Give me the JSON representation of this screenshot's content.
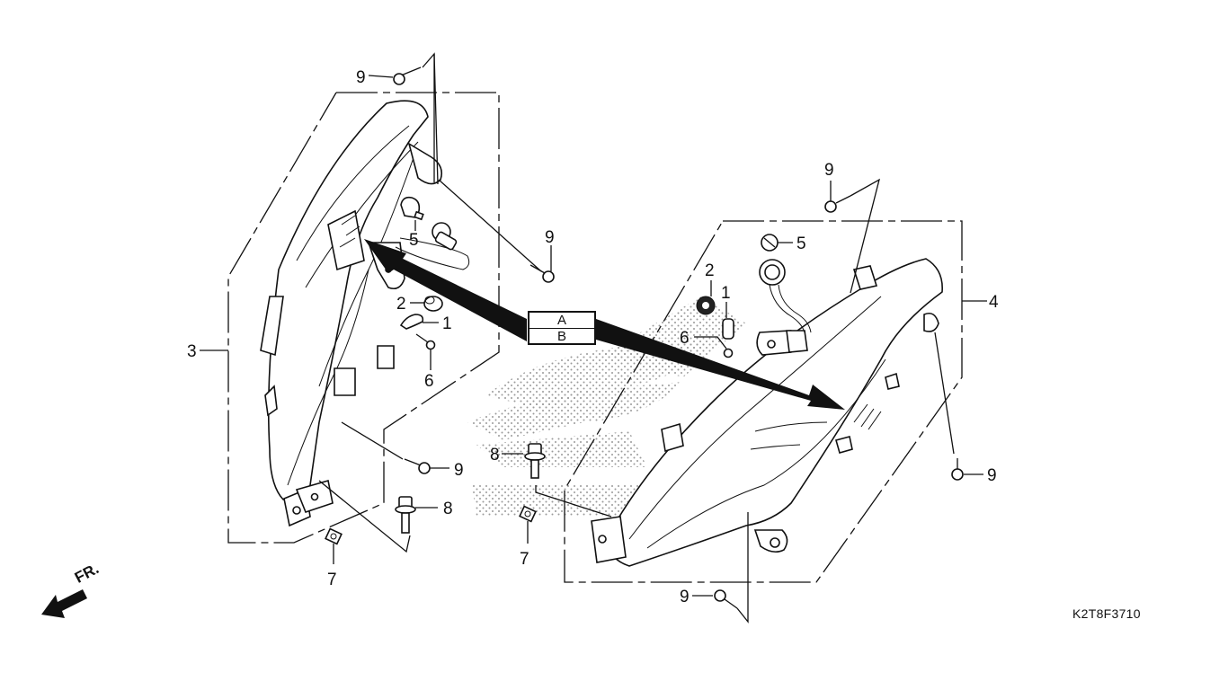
{
  "diagram": {
    "reference_code": "K2T8F3710",
    "direction_label": "FR.",
    "connector_box": {
      "top": "A",
      "bottom": "B"
    },
    "callouts": {
      "left_assembly": "3",
      "right_assembly": "4",
      "l_screw_top": "9",
      "l_screw_mid": "9",
      "l_screw_low": "9",
      "l_bulb": "5",
      "l_grommet": "2",
      "l_clip": "1",
      "l_small_screw": "6",
      "l_bolt": "8",
      "l_nut": "7",
      "c_bolt": "8",
      "c_nut": "7",
      "r_screw_top": "9",
      "r_bulb": "5",
      "r_grommet": "2",
      "r_clip": "1",
      "r_small_screw": "6",
      "r_screw_side": "9",
      "r_screw_bottom": "9"
    },
    "colors": {
      "ink": "#111111",
      "screen": "#9a9a9a",
      "paper": "#ffffff"
    }
  }
}
